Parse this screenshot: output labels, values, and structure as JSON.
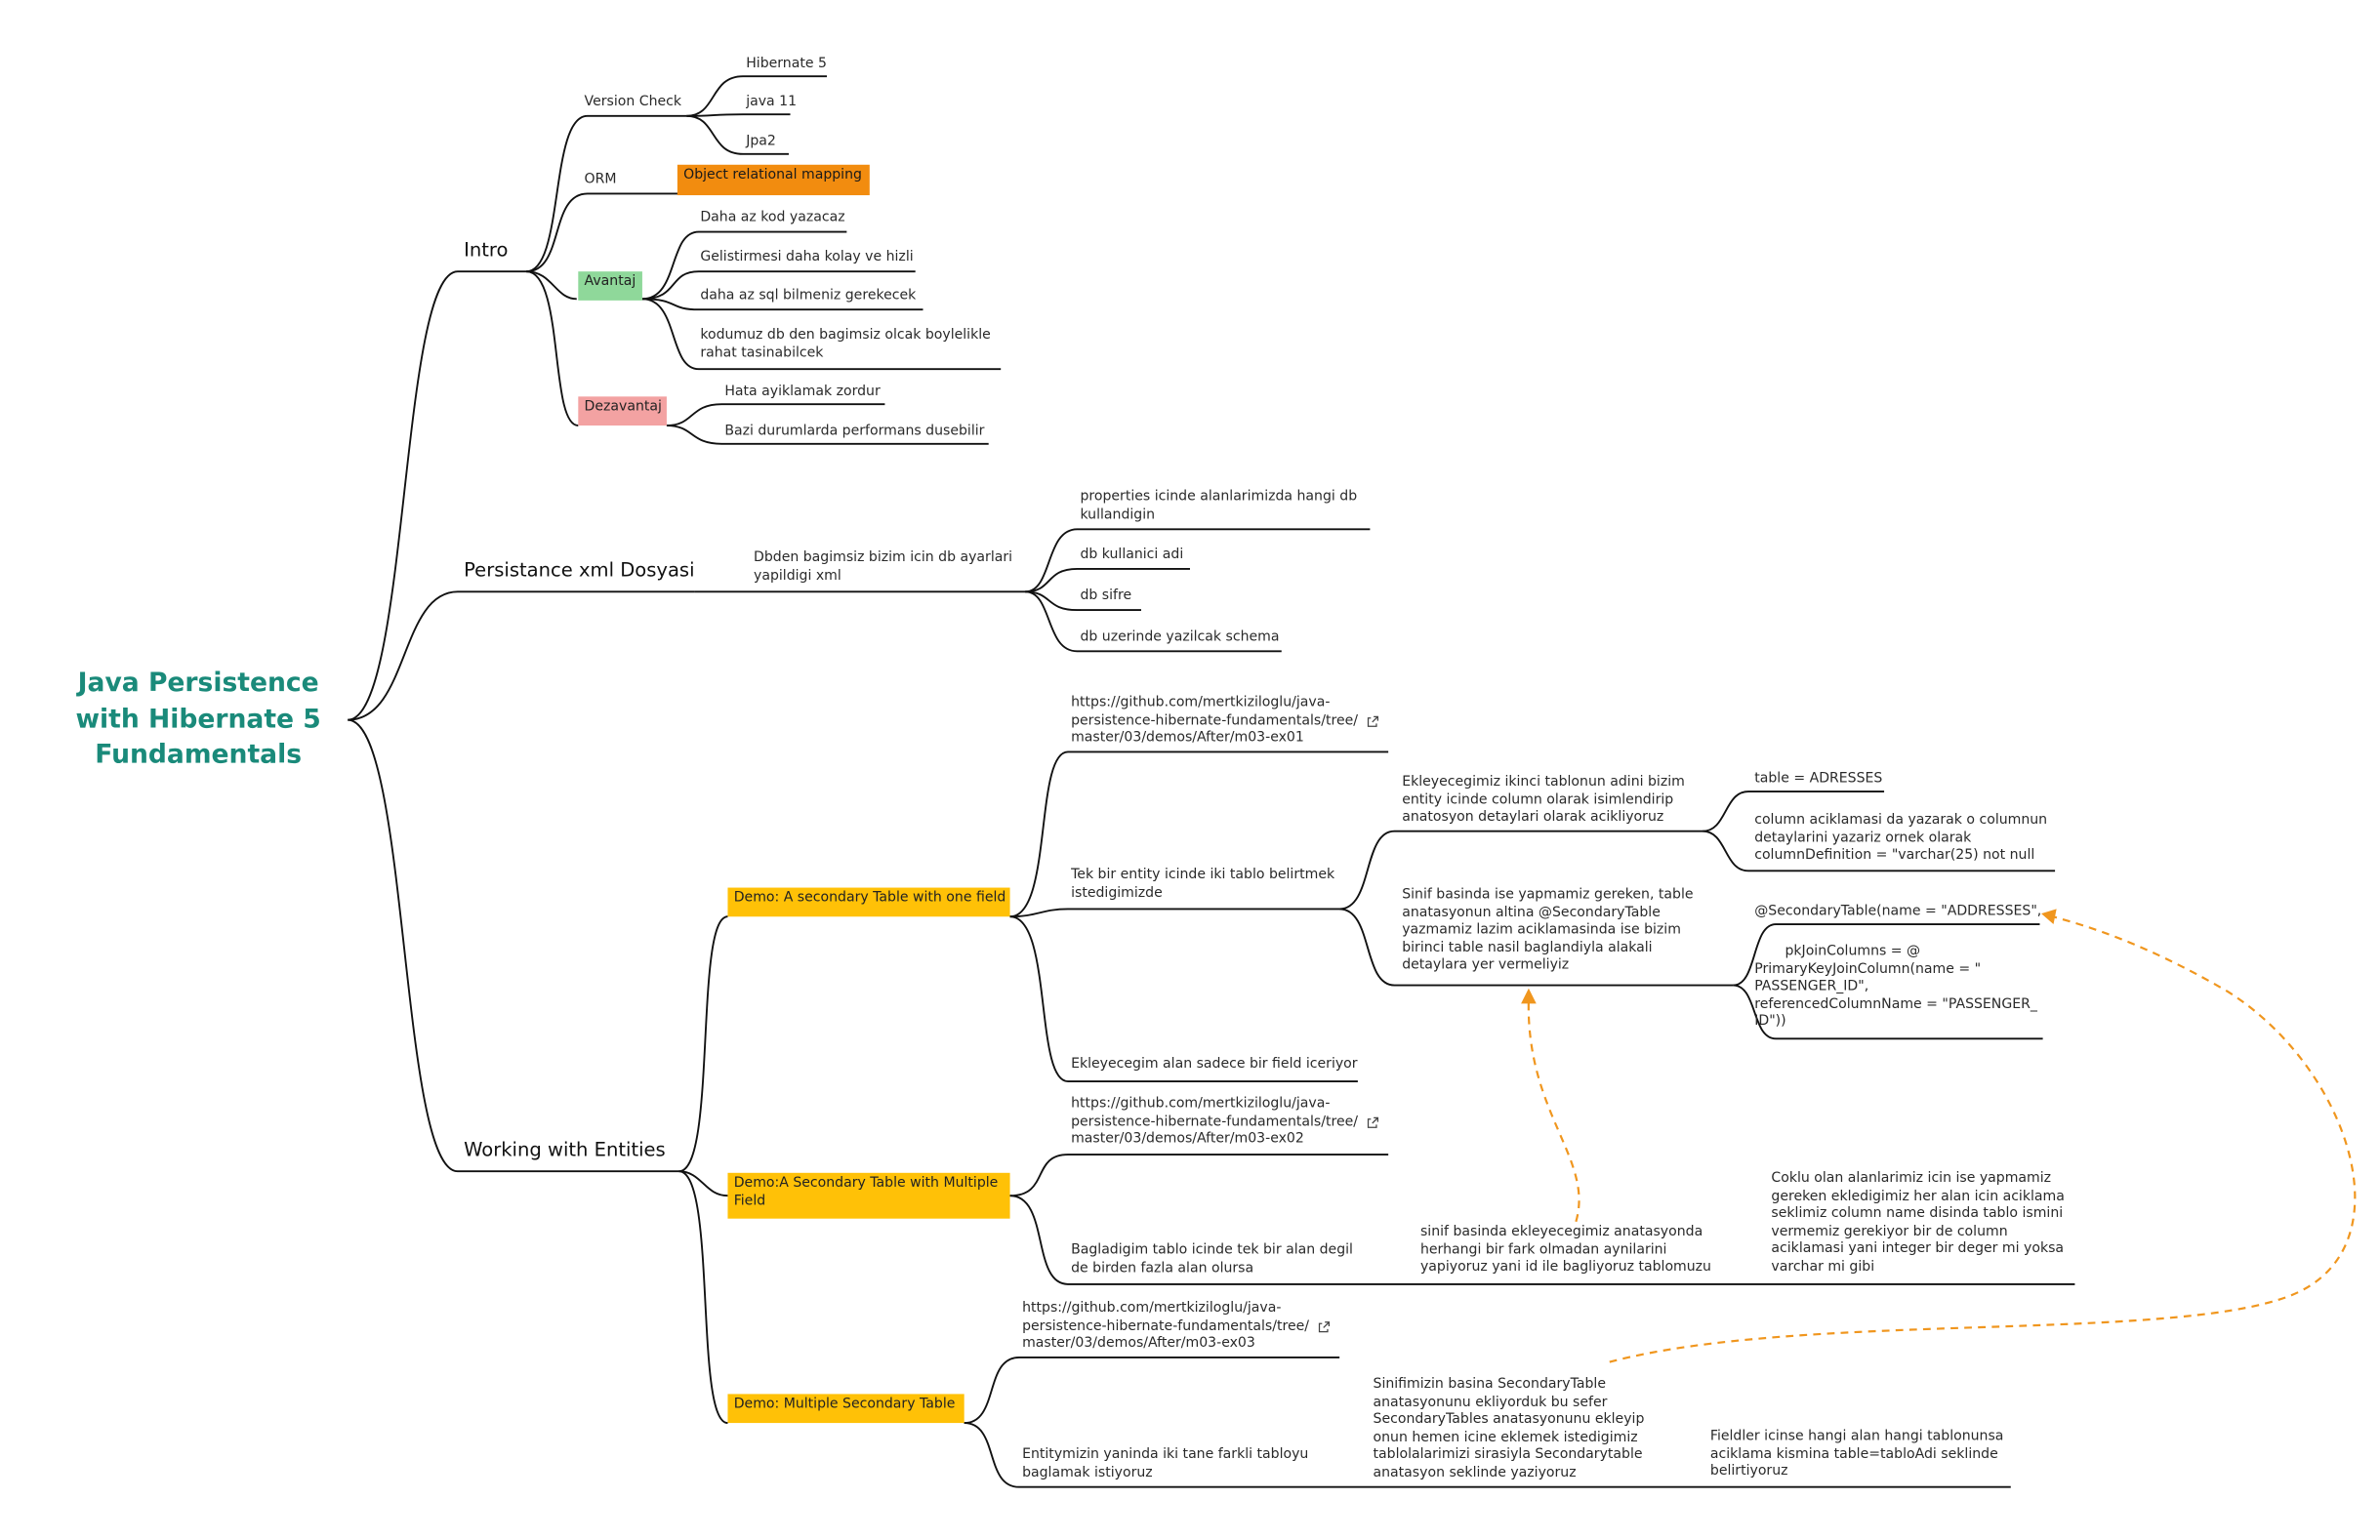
{
  "colors": {
    "root_text": "#1a8a7a",
    "line": "#111111",
    "highlight_yellow": "#ffc107",
    "highlight_orange": "#f28c0f",
    "highlight_green": "#8fd89a",
    "highlight_pink": "#f3a2a2",
    "relation_arrow": "#f0961e"
  },
  "root": {
    "line1": "Java Persistence",
    "line2": "with Hibernate 5",
    "line3": "Fundamentals"
  },
  "intro": {
    "label": "Intro",
    "version_check": {
      "label": "Version Check",
      "items": [
        "Hibernate 5",
        "java 11",
        "Jpa2"
      ]
    },
    "orm": {
      "label": "ORM",
      "detail": "Object relational mapping"
    },
    "avantaj": {
      "label": "Avantaj",
      "items": [
        "Daha az kod yazacaz",
        "Gelistirmesi daha kolay ve hizli",
        "daha az sql bilmeniz gerekecek",
        "kodumuz db den bagimsiz olcak boylelikle",
        "rahat tasinabilcek"
      ]
    },
    "dezavantaj": {
      "label": "Dezavantaj",
      "items": [
        "Hata ayiklamak zordur",
        "Bazi durumlarda performans dusebilir"
      ]
    }
  },
  "persistance": {
    "label": "Persistance xml Dosyasi",
    "desc_line1": "Dbden bagimsiz bizim icin db ayarlari",
    "desc_line2": "yapildigi xml",
    "items": [
      "properties icinde alanlarimizda hangi db",
      "kullandigin",
      "db kullanici adi",
      "db sifre",
      "db uzerinde yazilcak schema"
    ]
  },
  "entities": {
    "label": "Working with Entities",
    "demo1": {
      "label": "Demo: A secondary Table with one field",
      "url_lines": [
        "https://github.com/mertkiziloglu/java-",
        "persistence-hibernate-fundamentals/tree/",
        "master/03/demos/After/m03-ex01"
      ],
      "tek_bir": [
        "Tek bir entity icinde iki tablo belirtmek",
        "istedigimizde"
      ],
      "ikinci_tablo": [
        "Ekleyecegimiz ikinci tablonun adini bizim",
        "entity icinde column olarak isimlendirip",
        "anatosyon detaylari olarak acikliyoruz"
      ],
      "table_eq": "table = ADRESSES",
      "column_desc": [
        "column aciklamasi da yazarak o columnun",
        "detaylarini yazariz ornek olarak",
        "columnDefinition = \"varchar(25) not null"
      ],
      "sinif_basinda": [
        "Sinif basinda ise yapmamiz gereken, table",
        "anatasyonun altina @SecondaryTable",
        "yazmamiz lazim aciklamasinda ise bizim",
        "birinci table nasil baglandiyla alakali",
        "detaylara yer vermeliyiz"
      ],
      "secondary_table": "@SecondaryTable(name = \"ADDRESSES\",",
      "pk_join": [
        "pkJoinColumns = @",
        "PrimaryKeyJoinColumn(name = \"",
        "PASSENGER_ID\",",
        "referencedColumnName = \"PASSENGER_",
        "ID\"))"
      ],
      "ekleyecegim": "Ekleyecegim alan sadece bir field iceriyor"
    },
    "demo2": {
      "label_line1": "Demo:A Secondary Table with Multiple",
      "label_line2": "Field",
      "url_lines": [
        "https://github.com/mertkiziloglu/java-",
        "persistence-hibernate-fundamentals/tree/",
        "master/03/demos/After/m03-ex02"
      ],
      "bagladigim": [
        "Bagladigim tablo icinde tek bir alan degil",
        "de birden  fazla alan olursa"
      ],
      "sinif_basina": [
        "sinif basinda ekleyecegimiz anatasyonda",
        "herhangi bir fark olmadan aynilarini",
        "yapiyoruz yani id ile bagliyoruz tablomuzu"
      ],
      "coklu": [
        "Coklu olan alanlarimiz icin ise yapmamiz",
        "gereken ekledigimiz her alan icin aciklama",
        "seklimiz column name disinda tablo ismini",
        "vermemiz gerekiyor bir de column",
        "aciklamasi yani integer bir deger mi yoksa",
        "varchar mi gibi"
      ]
    },
    "demo3": {
      "label": "Demo: Multiple Secondary Table",
      "url_lines": [
        "https://github.com/mertkiziloglu/java-",
        "persistence-hibernate-fundamentals/tree/",
        "master/03/demos/After/m03-ex03"
      ],
      "entitymizin": [
        "Entitymizin yaninda iki tane farkli tabloyu",
        "baglamak istiyoruz"
      ],
      "sinifimizin": [
        "Sinifimizin basina SecondaryTable",
        "anatasyonunu ekliyorduk bu sefer",
        "SecondaryTables anatasyonunu ekleyip",
        "onun hemen icine eklemek istedigimiz",
        "tablolalarimizi sirasiyla Secondarytable",
        "anatasyon seklinde yaziyoruz"
      ],
      "fieldler": [
        "Fieldler icinse hangi alan hangi tablonunsa",
        "aciklama kismina table=tabloAdi seklinde",
        "belirtiyoruz"
      ]
    }
  }
}
